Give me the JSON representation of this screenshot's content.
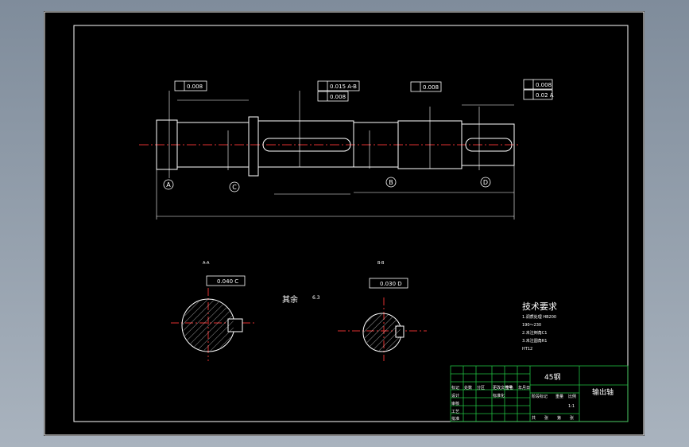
{
  "drawing": {
    "gdt": {
      "top_left": "0.008",
      "top_mid": [
        "0.015 A-B",
        "0.008"
      ],
      "top_mid2": "0.008",
      "top_right": [
        "0.008",
        "0.02 A"
      ]
    },
    "datums": [
      "A",
      "C",
      "B",
      "D"
    ],
    "section_1": {
      "label": "A-A",
      "gdt": "0.040 C"
    },
    "section_2": {
      "label": "B-B",
      "gdt": "0.030 D"
    },
    "roughness_note": "其余",
    "roughness_value": "6.3",
    "tech_req": {
      "title": "技术要求",
      "lines": [
        "1.调质处理 HB200",
        "190～230",
        "2.未注倒角C1",
        "3.未注圆角R1",
        "HT12"
      ]
    },
    "title_block": {
      "material": "45钢",
      "part_name": "输出轴",
      "scale": "1:1",
      "cells": [
        "标记",
        "处数",
        "分区",
        "更改文件号",
        "签名",
        "年月日",
        "设计",
        "标准化",
        "审核",
        "工艺",
        "批准",
        "阶段标记",
        "重量",
        "比例",
        "共",
        "张",
        "第",
        "张"
      ]
    }
  }
}
